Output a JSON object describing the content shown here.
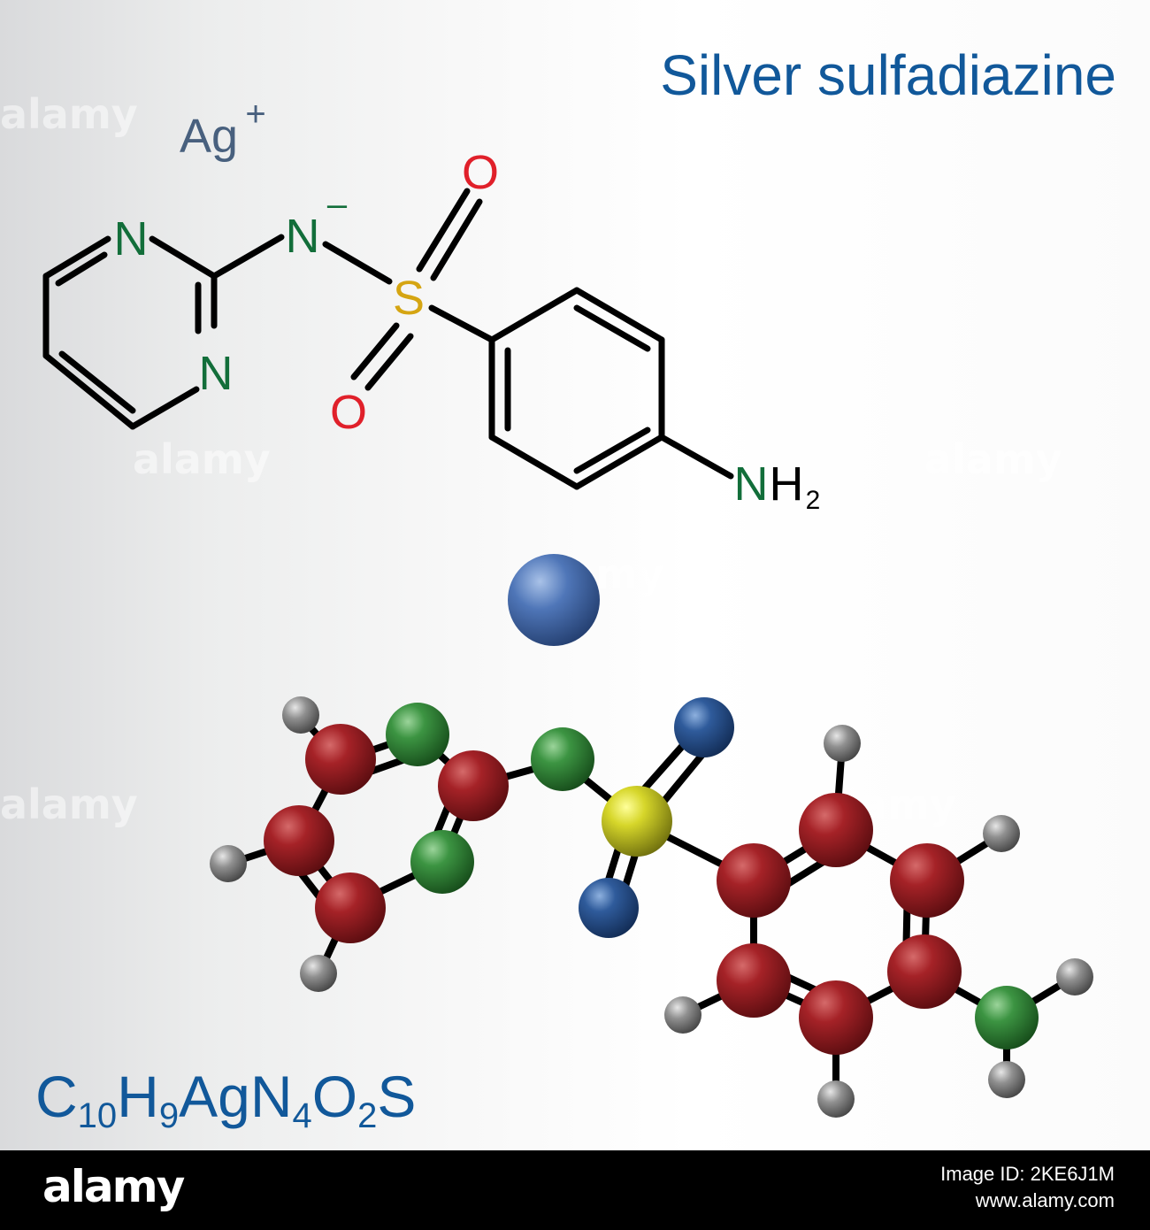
{
  "title": "Silver sulfadiazine",
  "formula_parts": [
    {
      "t": "C",
      "sub": false
    },
    {
      "t": "10",
      "sub": true
    },
    {
      "t": "H",
      "sub": false
    },
    {
      "t": "9",
      "sub": true
    },
    {
      "t": "Ag",
      "sub": false
    },
    {
      "t": "N",
      "sub": false
    },
    {
      "t": "4",
      "sub": true
    },
    {
      "t": "O",
      "sub": false
    },
    {
      "t": "2",
      "sub": true
    },
    {
      "t": "S",
      "sub": false
    }
  ],
  "structure_labels": {
    "silver": "Ag",
    "silver_charge": "+",
    "pyrimidine_n_top": "N",
    "pyrimidine_n_bottom": "N",
    "sulfonamide_n": "N",
    "sulfonamide_n_charge": "–",
    "sulfur": "S",
    "oxygen_top": "O",
    "oxygen_bottom": "O",
    "amine_n": "N",
    "amine_h": "H",
    "amine_h_count": "2"
  },
  "colors": {
    "title": "#11589a",
    "formula": "#11589a",
    "silver_label": "#48607e",
    "nitrogen": "#126e3a",
    "oxygen": "#e0202a",
    "sulfur": "#d5a512",
    "bond": "#000000",
    "atom_carbon": "#a31f24",
    "atom_nitrogen": "#3a8f40",
    "atom_oxygen": "#2d5898",
    "atom_sulfur": "#d7d72d",
    "atom_hydrogen": "#8f8f8f",
    "atom_silver": "#4c73b6"
  },
  "watermark": "alamy",
  "bottom_bar": {
    "logo": "alamy",
    "image_id": "Image ID: 2KE6J1M",
    "site": "www.alamy.com"
  }
}
